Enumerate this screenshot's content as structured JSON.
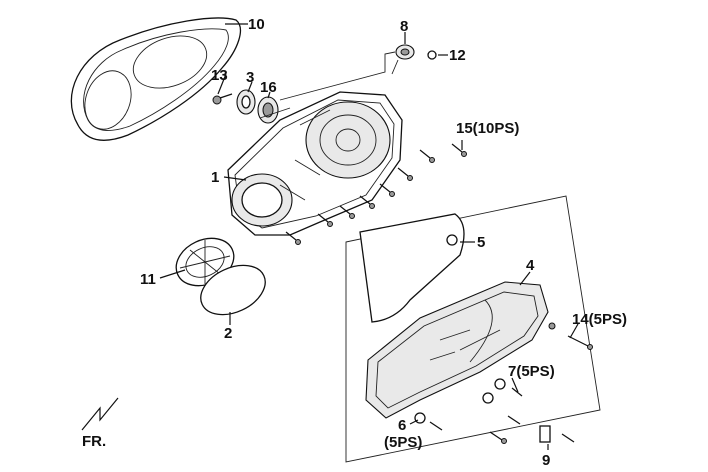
{
  "callouts": [
    {
      "id": "c10",
      "text": "10"
    },
    {
      "id": "c8",
      "text": "8"
    },
    {
      "id": "c12",
      "text": "12"
    },
    {
      "id": "c13",
      "text": "13"
    },
    {
      "id": "c3",
      "text": "3"
    },
    {
      "id": "c16",
      "text": "16"
    },
    {
      "id": "c15",
      "text": "15(10PS)"
    },
    {
      "id": "c1",
      "text": "1"
    },
    {
      "id": "c5",
      "text": "5"
    },
    {
      "id": "c11",
      "text": "11"
    },
    {
      "id": "c2",
      "text": "2"
    },
    {
      "id": "c4",
      "text": "4"
    },
    {
      "id": "c14",
      "text": "14(5PS)"
    },
    {
      "id": "c7",
      "text": "7(5PS)"
    },
    {
      "id": "c6",
      "text": "6"
    },
    {
      "id": "c6b",
      "text": "(5PS)"
    },
    {
      "id": "c9",
      "text": "9"
    }
  ],
  "orientation_label": "FR.",
  "colors": {
    "line": "#111111",
    "background": "#ffffff",
    "fill": "#e9e9e9"
  }
}
